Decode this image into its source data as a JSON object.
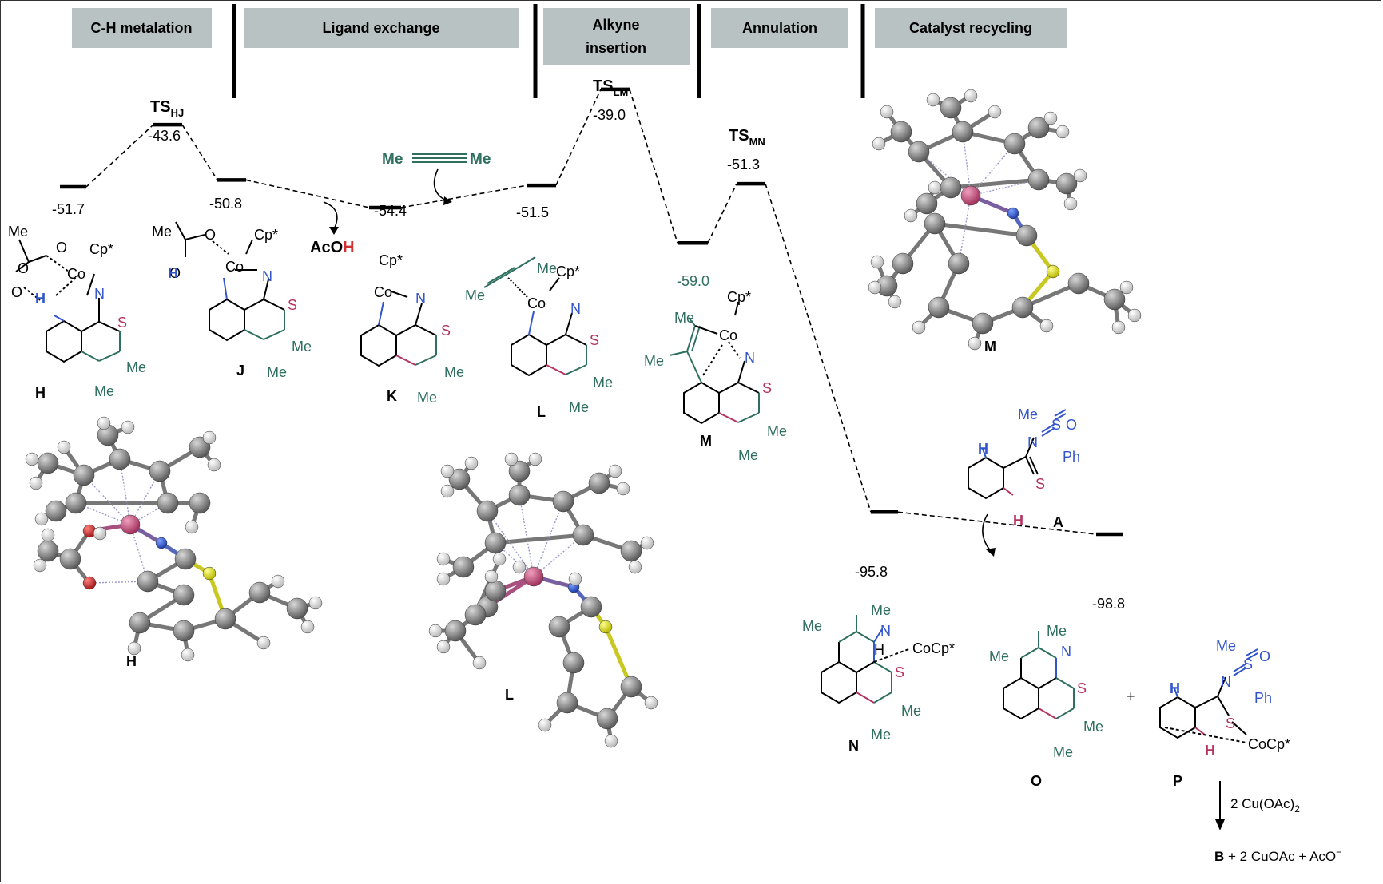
{
  "stages": [
    {
      "label": "C-H metalation",
      "lines": [
        "C-H metalation"
      ]
    },
    {
      "label": "Ligand exchange",
      "lines": [
        "Ligand exchange"
      ]
    },
    {
      "label": "Alkyne insertion",
      "lines": [
        "Alkyne",
        "insertion"
      ]
    },
    {
      "label": "Annulation",
      "lines": [
        "Annulation"
      ]
    },
    {
      "label": "Catalyst recycling",
      "lines": [
        "Catalyst recycling"
      ]
    }
  ],
  "chart_data": {
    "type": "line",
    "ylabel": "",
    "points": [
      {
        "species": "H",
        "energy": -51.7
      },
      {
        "species": "TS_HJ",
        "energy": -43.6
      },
      {
        "species": "J",
        "energy": -50.8
      },
      {
        "species": "K",
        "energy": -54.4
      },
      {
        "species": "L",
        "energy": -51.5
      },
      {
        "species": "TS_LM",
        "energy": -39.0
      },
      {
        "species": "M",
        "energy": -59.0
      },
      {
        "species": "TS_MN",
        "energy": -51.3
      },
      {
        "species": "N",
        "energy": -95.8
      },
      {
        "species": "O + P",
        "energy": -98.8
      }
    ]
  },
  "energies": {
    "H": "-51.7",
    "TSHJ": "-43.6",
    "J": "-50.8",
    "K": "-54.4",
    "L": "-51.5",
    "TSLM": "-39.0",
    "M": "-59.0",
    "TSMN": "-51.3",
    "N": "-95.8",
    "OP": "-98.8"
  },
  "ts_labels": {
    "TSHJ": {
      "main": "TS",
      "sub": "HJ"
    },
    "TSLM": {
      "main": "TS",
      "sub": "LM"
    },
    "TSMN": {
      "main": "TS",
      "sub": "MN"
    }
  },
  "reagents": {
    "alkyne_left": "Me",
    "alkyne_right": "Me",
    "acoh_black": "AcO",
    "acoh_red": "H"
  },
  "compounds": {
    "H": "H",
    "J": "J",
    "K": "K",
    "L": "L",
    "M": "M",
    "N": "N",
    "O": "O",
    "P": "P",
    "A": "A"
  },
  "models": {
    "H": "H",
    "L": "L",
    "M": "M"
  },
  "atoms": {
    "Co": "Co",
    "N": "N",
    "S": "S",
    "O": "O",
    "H": "H",
    "Me": "Me",
    "Cp": "Cp*",
    "Ph": "Ph",
    "CoCp": "CoCp*",
    "plus": "+"
  },
  "final": {
    "reagent_main": "2 Cu(OAc)",
    "reagent_sub": "2",
    "b": "B",
    "rest": " + 2 CuOAc + AcO",
    "sup": "−"
  },
  "colors": {
    "stage_bg": "#b9c2c3",
    "teal": "#2f6f5f",
    "magenta": "#b3325f",
    "blue": "#3355cc",
    "red": "#d03030",
    "cobalt_sphere": "#c4537a",
    "carbon_sphere": "#7a7a7a"
  }
}
